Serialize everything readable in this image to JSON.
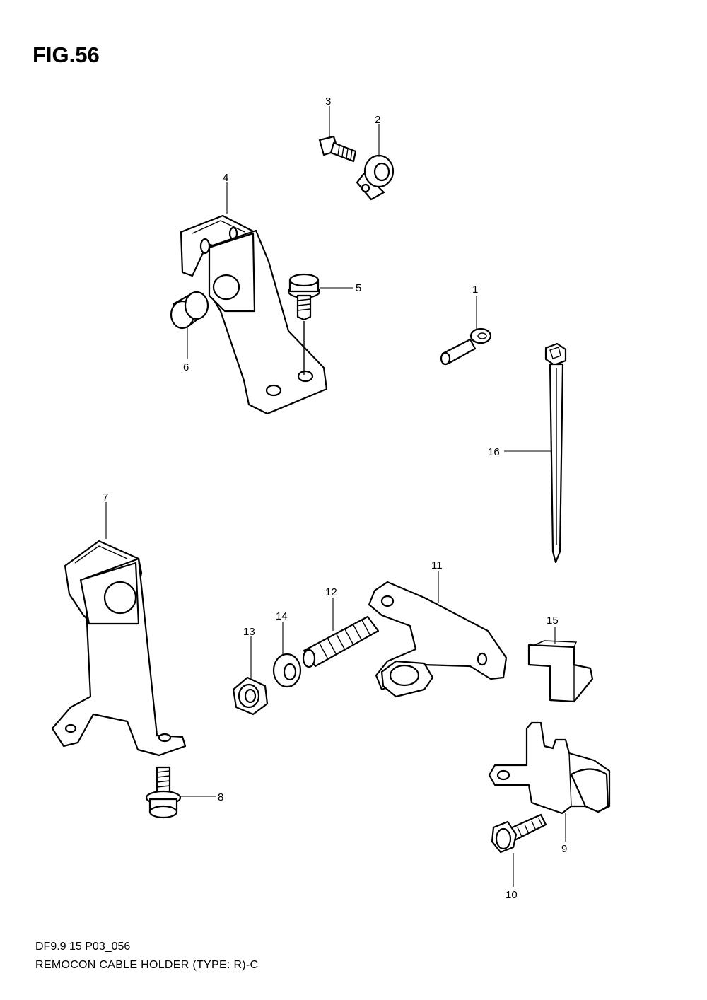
{
  "figure": {
    "title": "FIG.56",
    "code": "DF9.9 15 P03_056",
    "caption": "REMOCON CABLE HOLDER (TYPE: R)-C"
  },
  "callouts": [
    "1",
    "2",
    "3",
    "4",
    "5",
    "6",
    "7",
    "8",
    "9",
    "10",
    "11",
    "12",
    "13",
    "14",
    "15",
    "16"
  ],
  "colors": {
    "line": "#000000",
    "background": "#ffffff"
  }
}
